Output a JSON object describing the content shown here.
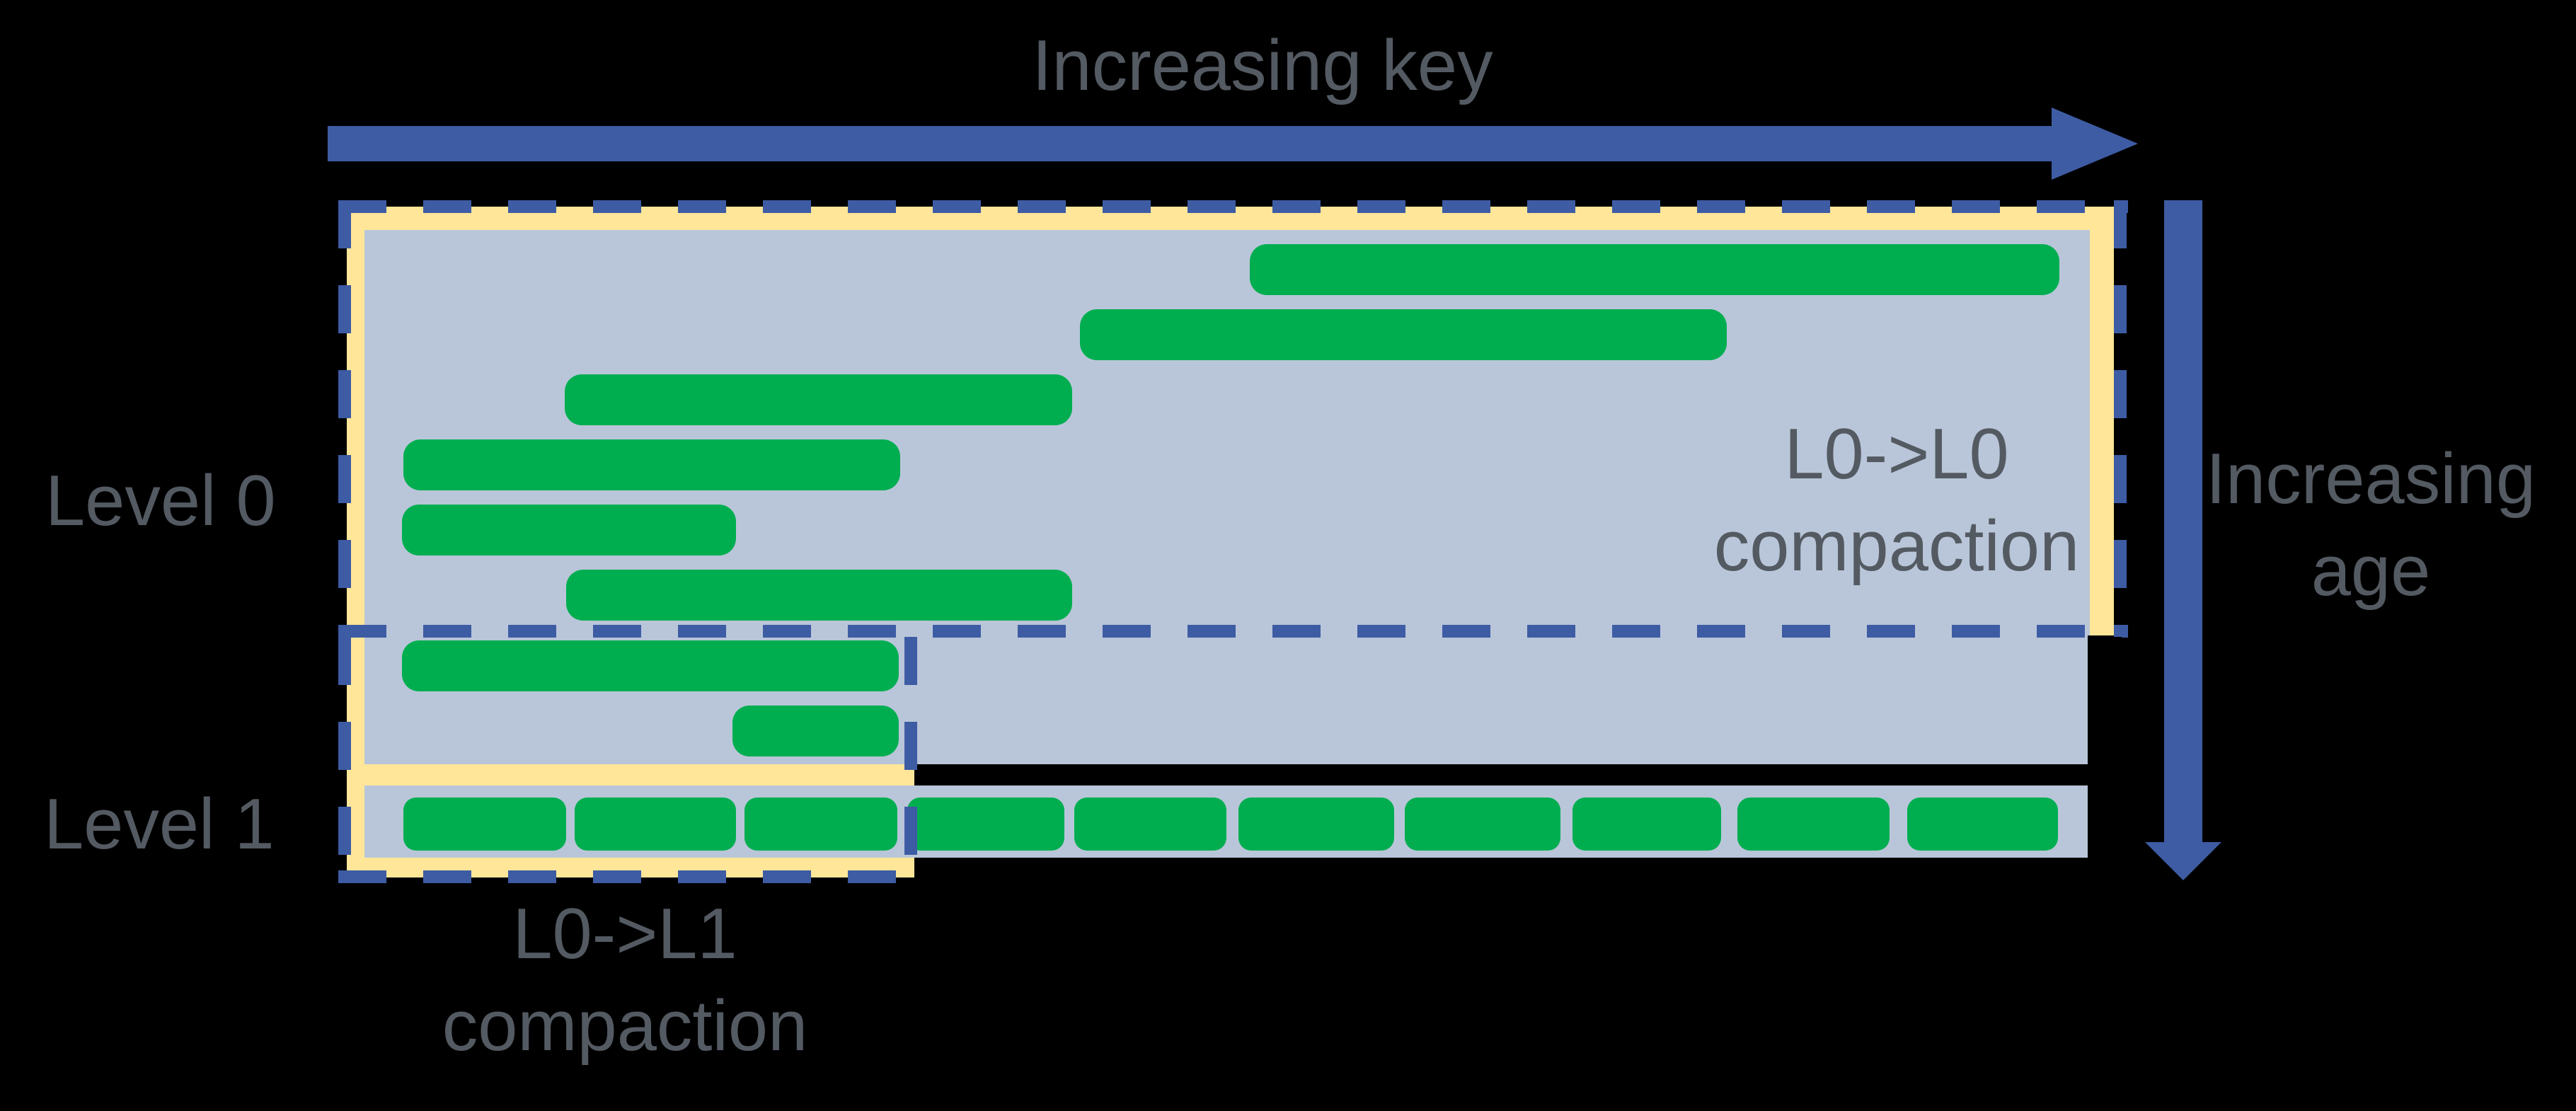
{
  "labels": {
    "increasing_key": "Increasing key",
    "increasing_age": "Increasing\nage",
    "l0_l0_compaction": "L0->L0\ncompaction",
    "l0_l1_compaction": "L0->L1\ncompaction"
  },
  "levels": [
    {
      "label": "Level 0",
      "sstables": [
        [
          1766,
          345,
          1144,
          72
        ],
        [
          1526,
          437,
          914,
          72
        ],
        [
          798,
          529,
          717,
          72
        ],
        [
          570,
          621,
          702,
          72
        ],
        [
          568,
          713,
          472,
          72
        ],
        [
          800,
          805,
          715,
          72
        ],
        [
          568,
          905,
          702,
          72
        ],
        [
          1035,
          997,
          235,
          72
        ]
      ]
    },
    {
      "label": "Level 1",
      "sstables": [
        [
          570,
          1127,
          230,
          75
        ],
        [
          812,
          1127,
          228,
          75
        ],
        [
          1052,
          1127,
          216,
          75
        ],
        [
          1282,
          1127,
          222,
          75
        ],
        [
          1518,
          1127,
          215,
          75
        ],
        [
          1750,
          1127,
          220,
          75
        ],
        [
          1985,
          1127,
          220,
          75
        ],
        [
          2222,
          1127,
          210,
          75
        ],
        [
          2455,
          1127,
          215,
          75
        ],
        [
          2695,
          1127,
          213,
          75
        ]
      ]
    }
  ],
  "colors": {
    "background": "#000000",
    "arrow_blue": "#3E5CA4",
    "panel_blue": "#B9C6D9",
    "highlight_yellow": "#FFE699",
    "sstable_green": "#00AE50",
    "label_gray": "#545A62"
  }
}
